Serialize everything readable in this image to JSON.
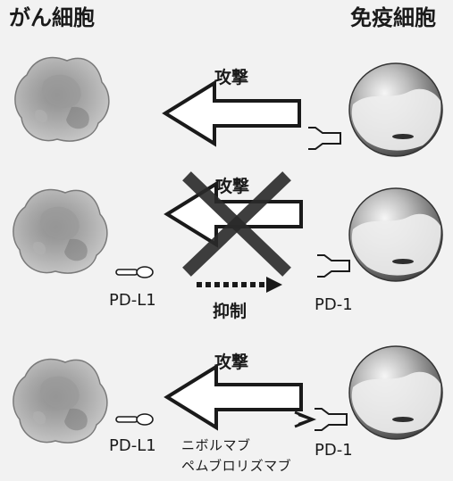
{
  "headers": {
    "cancer_cell": "がん細胞",
    "immune_cell": "免疫細胞"
  },
  "rows": [
    {
      "attack_label": "攻撃"
    },
    {
      "attack_label": "攻撃",
      "inhibit_label": "抑制",
      "ligand_label": "PD-L1",
      "receptor_label": "PD-1"
    },
    {
      "attack_label": "攻撃",
      "ligand_label": "PD-L1",
      "receptor_label": "PD-1",
      "drugs": [
        "ニボルマブ",
        "ペムブロリズマブ"
      ]
    }
  ]
}
